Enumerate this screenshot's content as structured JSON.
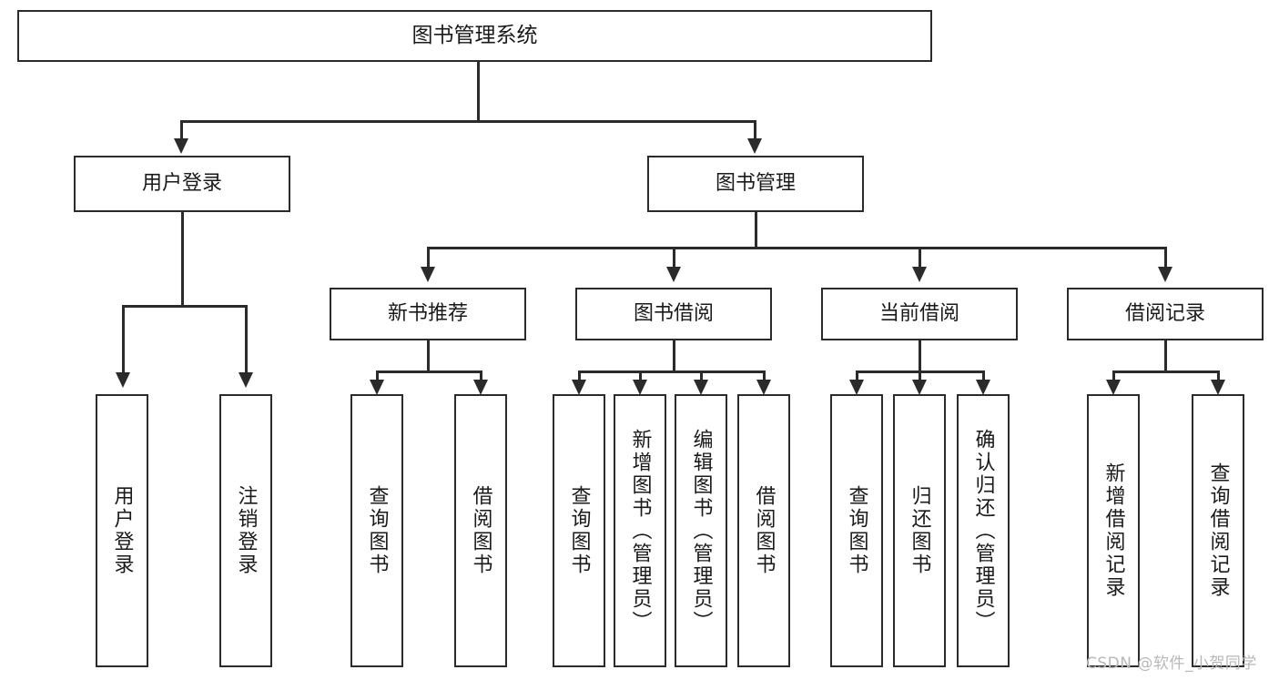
{
  "diagram": {
    "title": "图书管理系统",
    "type": "tree-hierarchy-diagram",
    "root": {
      "label": "图书管理系统"
    },
    "level2": [
      {
        "label": "用户登录"
      },
      {
        "label": "图书管理"
      }
    ],
    "level3": [
      {
        "label": "新书推荐"
      },
      {
        "label": "图书借阅"
      },
      {
        "label": "当前借阅"
      },
      {
        "label": "借阅记录"
      }
    ],
    "leaves_user_login": [
      {
        "label": "用户登录"
      },
      {
        "label": "注销登录"
      }
    ],
    "leaves_new_book": [
      {
        "label": "查询图书"
      },
      {
        "label": "借阅图书"
      }
    ],
    "leaves_borrow": [
      {
        "label": "查询图书"
      },
      {
        "label": "新增图书（管理员）"
      },
      {
        "label": "编辑图书（管理员）"
      },
      {
        "label": "借阅图书"
      }
    ],
    "leaves_current": [
      {
        "label": "查询图书"
      },
      {
        "label": "归还图书"
      },
      {
        "label": "确认归还（管理员）"
      }
    ],
    "leaves_records": [
      {
        "label": "新增借阅记录"
      },
      {
        "label": "查询借阅记录"
      }
    ]
  },
  "watermark": {
    "text": "CSDN @软件_小贺同学"
  },
  "colors": {
    "stroke": "#2b2b2b",
    "fill": "#ffffff",
    "text": "#1a1a1a",
    "watermark": "#b8b8b8"
  }
}
